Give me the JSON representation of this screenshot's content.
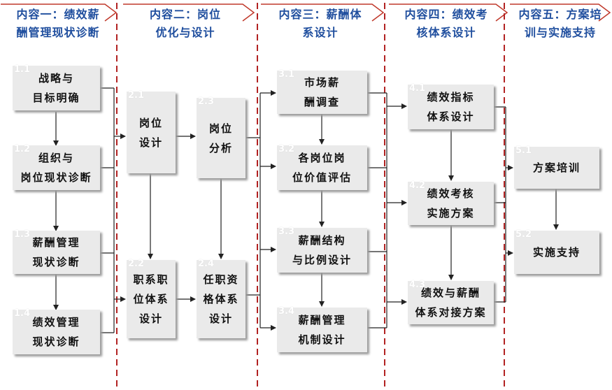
{
  "colors": {
    "header_text": "#1f4e9e",
    "header_outline": "#c0392b",
    "divider": "#b22222",
    "box_fill": "#eaeaea",
    "connector": "#222222"
  },
  "phases": [
    {
      "id": "p1",
      "title": "内容一：绩效薪\n酬管理现状诊断"
    },
    {
      "id": "p2",
      "title": "内容二：岗位\n优化与设计"
    },
    {
      "id": "p3",
      "title": "内容三：薪酬体\n系设计"
    },
    {
      "id": "p4",
      "title": "内容四：绩效考\n核体系设计"
    },
    {
      "id": "p5",
      "title": "内容五：方案培\n训与实施支持"
    }
  ],
  "steps": {
    "s1_1": {
      "num": "1.1",
      "label": "战略与\n目标明确"
    },
    "s1_2": {
      "num": "1.2",
      "label": "组织与\n岗位现状诊断"
    },
    "s1_3": {
      "num": "1.3",
      "label": "薪酬管理\n现状诊断"
    },
    "s1_4": {
      "num": "1.4",
      "label": "绩效管理\n现状诊断"
    },
    "s2_1": {
      "num": "2.1",
      "label": "岗位\n设计"
    },
    "s2_2": {
      "num": "2.2",
      "label": "职系职\n位体系\n设计"
    },
    "s2_3": {
      "num": "2.3",
      "label": "岗位\n分析"
    },
    "s2_4": {
      "num": "2.4",
      "label": "任职资\n格体系\n设计"
    },
    "s3_1": {
      "num": "3.1",
      "label": "市场薪\n酬调查"
    },
    "s3_2": {
      "num": "3.2",
      "label": "各岗位岗\n位价值评估"
    },
    "s3_3": {
      "num": "3.3",
      "label": "薪酬结构\n与比例设计"
    },
    "s3_4": {
      "num": "3.4",
      "label": "薪酬管理\n机制设计"
    },
    "s4_1": {
      "num": "4.1",
      "label": "绩效指标\n体系设计"
    },
    "s4_2": {
      "num": "4.2",
      "label": "绩效考核\n实施方案"
    },
    "s4_3": {
      "num": "4.3",
      "label": "绩效与薪酬\n体系对接方案"
    },
    "s5_1": {
      "num": "5.1",
      "label": "方案培训"
    },
    "s5_2": {
      "num": "5.2",
      "label": "实施支持"
    }
  }
}
